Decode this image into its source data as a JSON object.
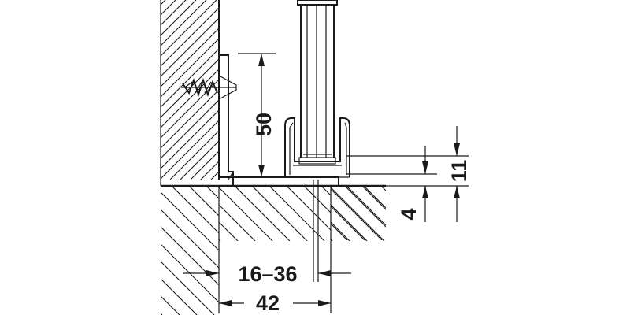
{
  "dimensions": {
    "rail_height": "50",
    "adjust_range": "16–36",
    "base_width": "42",
    "floor_gap": "4",
    "profile_height": "11"
  },
  "colors": {
    "line": "#1a1a1a",
    "background": "#ffffff"
  }
}
